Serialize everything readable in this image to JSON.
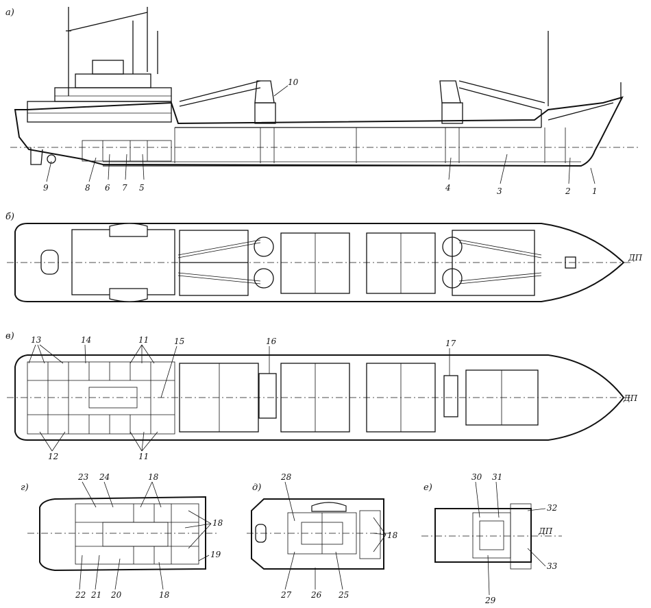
{
  "section_labels": {
    "a": "а)",
    "b": "б)",
    "v": "в)",
    "g": "г)",
    "d": "д)",
    "e": "е)"
  },
  "centerline_label": "ДП",
  "profile_callouts": [
    "1",
    "2",
    "3",
    "4",
    "5",
    "6",
    "7",
    "8",
    "9",
    "10"
  ],
  "main_deck_callouts": [
    "11",
    "12",
    "13",
    "14",
    "15",
    "16",
    "17"
  ],
  "deck_g_callouts": [
    "18",
    "19",
    "20",
    "21",
    "22",
    "23",
    "24"
  ],
  "deck_d_callouts": [
    "25",
    "26",
    "27",
    "28"
  ],
  "deck_e_callouts": [
    "29",
    "30",
    "31",
    "32",
    "33"
  ]
}
